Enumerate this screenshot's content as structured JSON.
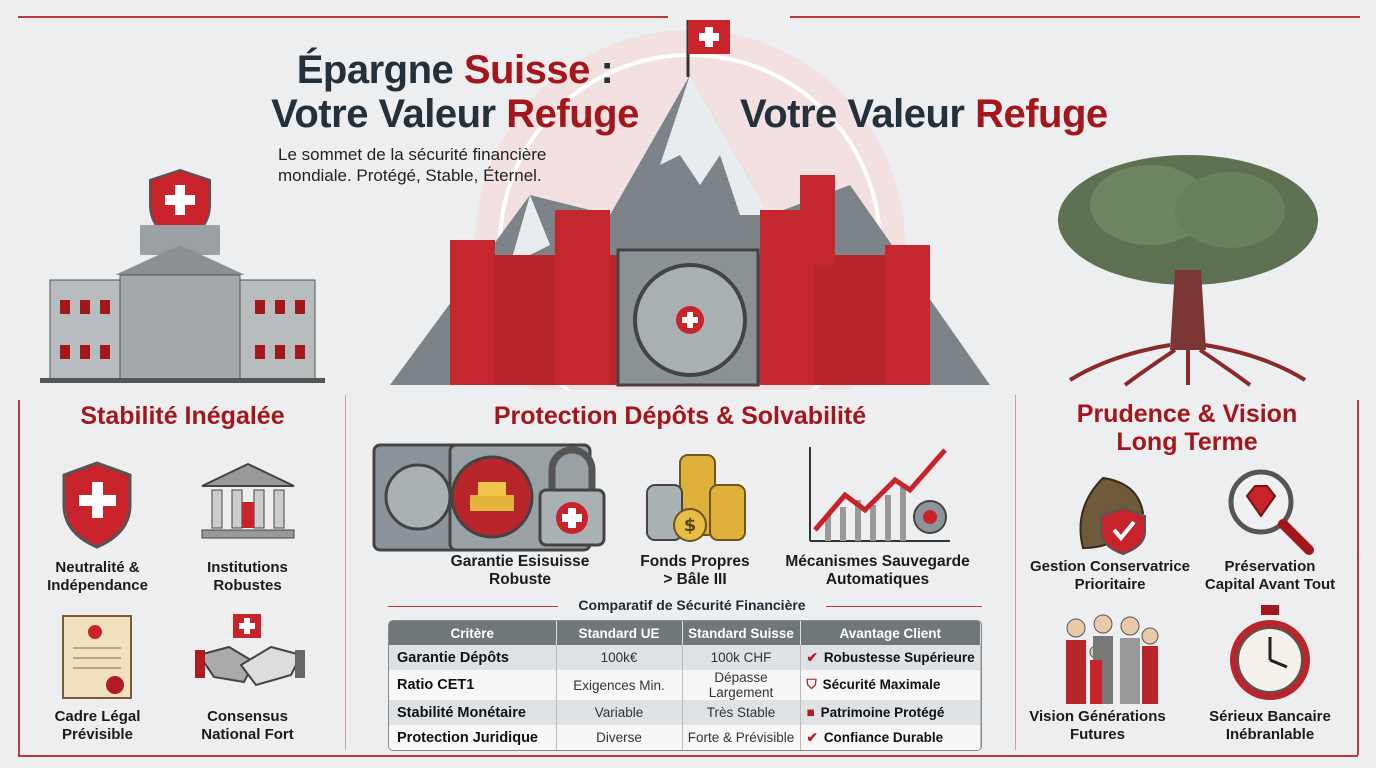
{
  "header": {
    "title_line1_a": "Épargne ",
    "title_line1_b": "Suisse",
    "title_line1_c": " :",
    "title_line2_a": "Votre Valeur ",
    "title_line2_b": "Refuge",
    "title_dup_a": "Votre Valeur ",
    "title_dup_b": "Refuge",
    "subtitle_line1": "Le sommet de la sécurité financière",
    "subtitle_line2": "mondiale. Protégé, Stable, Éternel."
  },
  "colors": {
    "accent": "#a3161b",
    "background": "#eceef0",
    "table_header": "#6f7779"
  },
  "sections": {
    "left": {
      "heading": "Stabilité Inégalée",
      "items": [
        {
          "l1": "Neutralité &",
          "l2": "Indépendance",
          "icon": "shield-cross-icon"
        },
        {
          "l1": "Institutions",
          "l2": "Robustes",
          "icon": "bank-building-icon"
        },
        {
          "l1": "Cadre Légal",
          "l2": "Prévisible",
          "icon": "scroll-icon"
        },
        {
          "l1": "Consensus",
          "l2": "National Fort",
          "icon": "handshake-icon"
        }
      ]
    },
    "center": {
      "heading": "Protection Dépôts & Solvabilité",
      "items": [
        {
          "l1": "Garantie Esisuisse",
          "l2": "Robuste",
          "icon": "vault-icon"
        },
        {
          "l1": "Fonds Propres",
          "l2": "> Bâle III",
          "icon": "coins-icon"
        },
        {
          "l1": "Mécanismes Sauvegarde",
          "l2": "Automatiques",
          "icon": "chart-up-icon"
        }
      ]
    },
    "right": {
      "heading_l1": "Prudence & Vision",
      "heading_l2": "Long Terme",
      "items": [
        {
          "l1": "Gestion Conservatrice",
          "l2": "Prioritaire",
          "icon": "oak-leaf-icon"
        },
        {
          "l1": "Préservation",
          "l2": "Capital Avant Tout",
          "icon": "magnifier-gem-icon"
        },
        {
          "l1": "Vision Générations",
          "l2": "Futures",
          "icon": "family-icon"
        },
        {
          "l1": "Sérieux Bancaire",
          "l2": "Inébranlable",
          "icon": "clock-icon"
        }
      ]
    }
  },
  "table": {
    "title": "Comparatif de Sécurité Financière",
    "headers": [
      "Critère",
      "Standard UE",
      "Standard Suisse",
      "Avantage Client"
    ],
    "rows": [
      [
        "Garantie Dépôts",
        "100k€",
        "100k CHF",
        "Robustesse Supérieure"
      ],
      [
        "Ratio CET1",
        "Exigences Min.",
        "Dépasse Largement",
        "Sécurité Maximale"
      ],
      [
        "Stabilité Monétaire",
        "Variable",
        "Très Stable",
        "Patrimoine Protégé"
      ],
      [
        "Protection Juridique",
        "Diverse",
        "Forte & Prévisible",
        "Confiance Durable"
      ]
    ],
    "row_icons": [
      "check-icon",
      "shield-check-icon",
      "lock-icon",
      "check-icon"
    ]
  }
}
